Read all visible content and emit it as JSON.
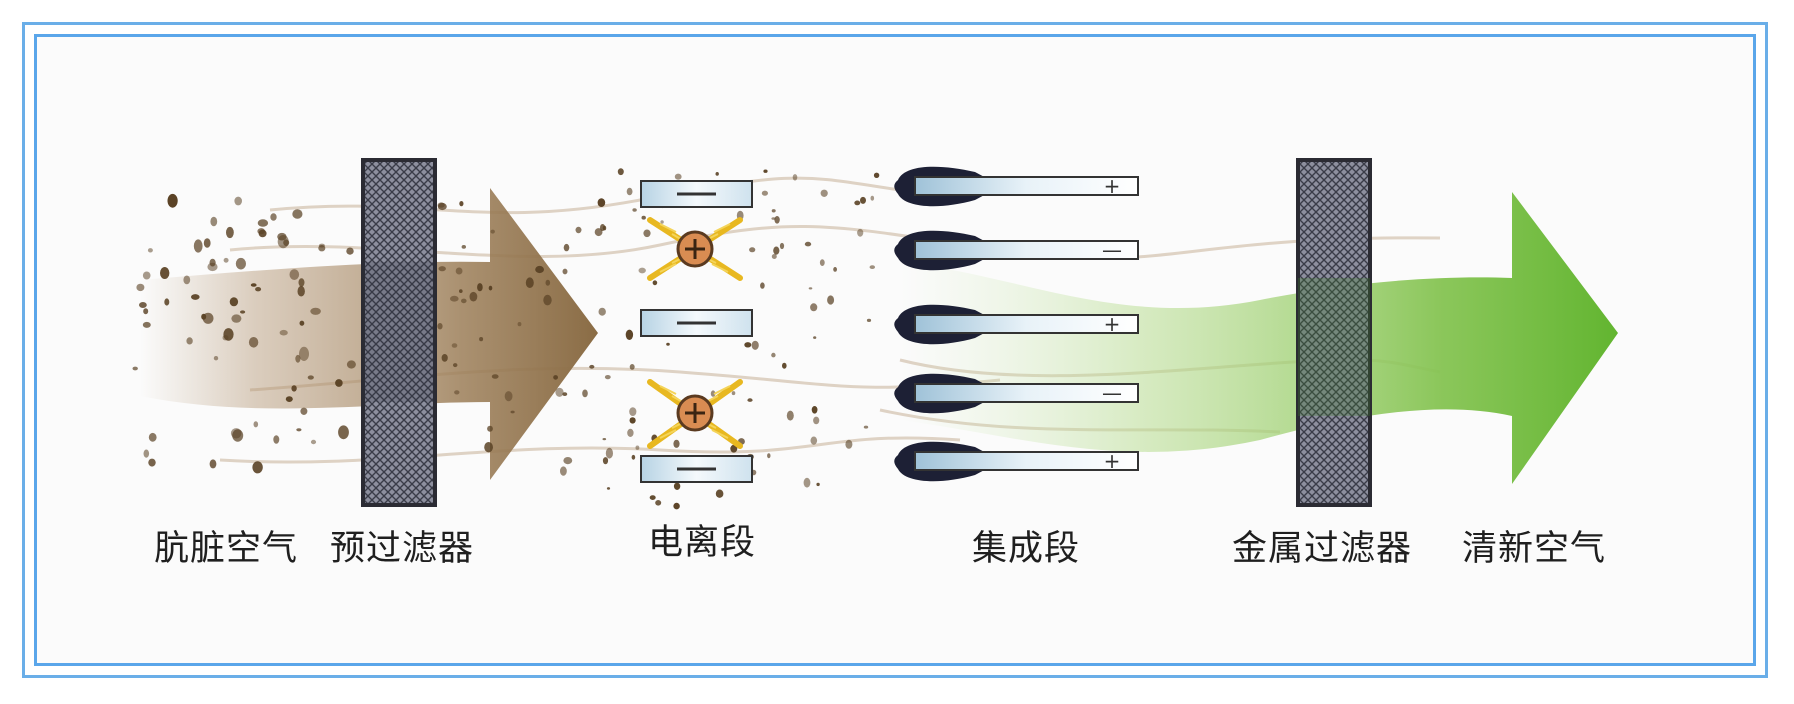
{
  "labels": {
    "dirty_air": "肮脏空气",
    "pre_filter": "预过滤器",
    "ionization": "电离段",
    "collection": "集成段",
    "metal_filter": "金属过滤器",
    "clean_air": "清新空气"
  },
  "symbols": {
    "negative": "—",
    "positive": "+"
  },
  "colors": {
    "frame": "#5aa6ea",
    "dirty_arrow": "#8a6c45",
    "clean_arrow": "#6ab838",
    "filter": "#3a3a46",
    "charge": "#d98c52",
    "spark": "#e8b820"
  },
  "icons": [
    "filter-mesh-icon",
    "positive-ion-icon",
    "negative-plate-icon",
    "collector-plate-icon",
    "flow-arrow-icon"
  ]
}
